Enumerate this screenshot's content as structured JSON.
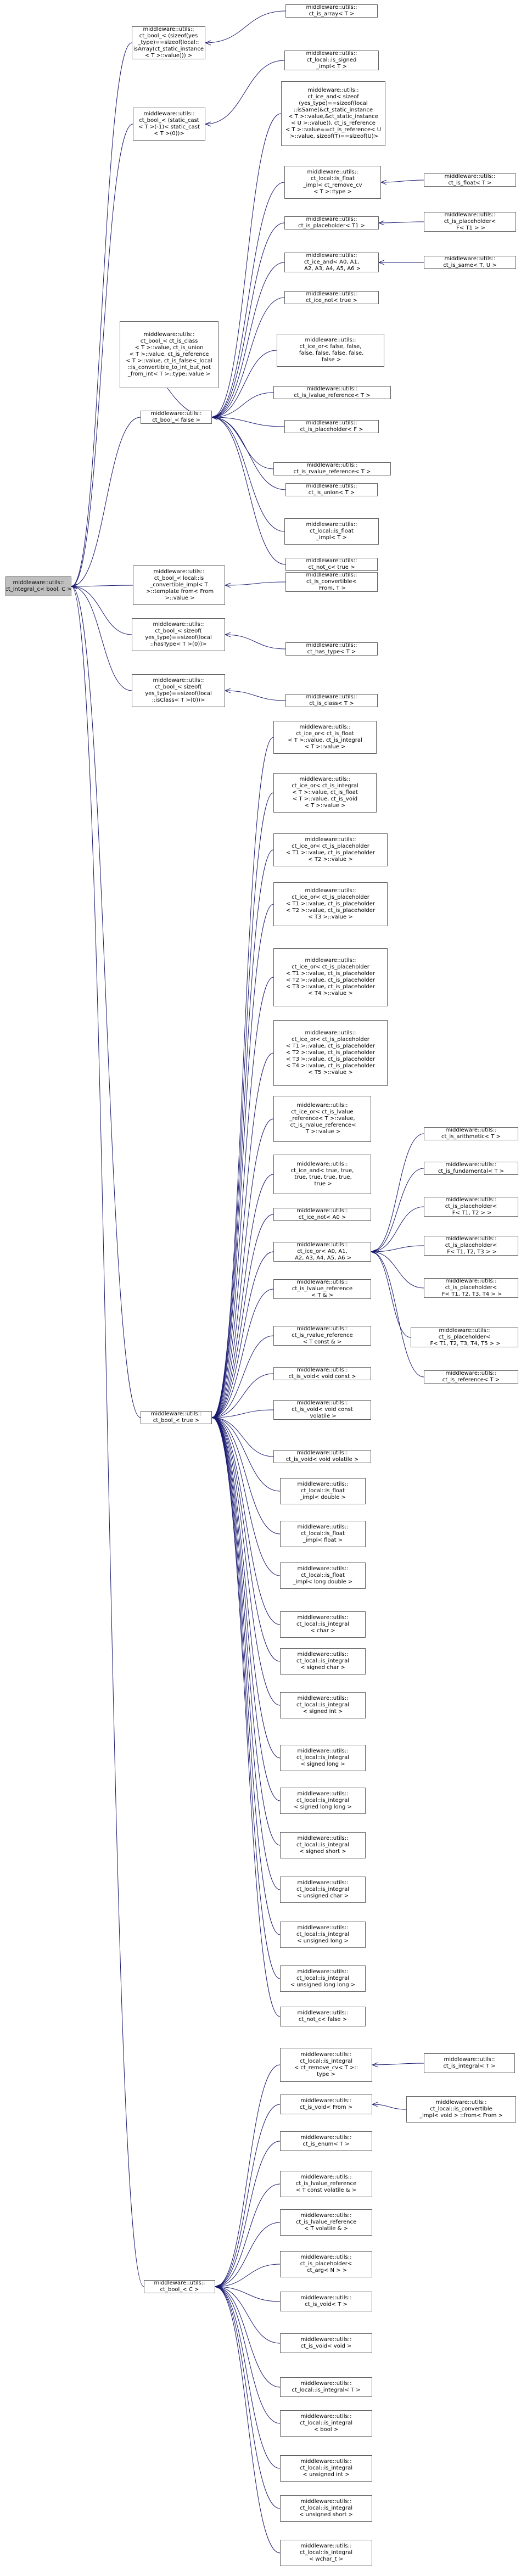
{
  "diagram_type": "inheritance-graph",
  "colors": {
    "edge": "#191970",
    "node_border": "#606060",
    "selected_node_fill": "#bfbfbf"
  },
  "nodes": [
    {
      "id": "root",
      "label": "middleware::utils::\nct_integral_c< bool, C >"
    },
    {
      "id": "cb1",
      "label": "middleware::utils::\nct_bool_< (sizeof(yes\n_type)==sizeof(local::\nisArray(ct_static_instance\n< T >::value))) >"
    },
    {
      "id": "l_isarray",
      "label": "middleware::utils::\nct_is_array< T >"
    },
    {
      "id": "cb2",
      "label": "middleware::utils::\nct_bool_< (static_cast\n< T >(-1)< static_cast\n< T >(0))>"
    },
    {
      "id": "l_signed",
      "label": "middleware::utils::\nct_local::is_signed\n_impl< T >"
    },
    {
      "id": "cbfalse",
      "label": "middleware::utils::\nct_bool_< false >"
    },
    {
      "id": "f_and",
      "label": "middleware::utils::\nct_ice_and< sizeof\n(yes_type)==sizeof(local\n::isSame(&ct_static_instance\n< T >::value,&ct_static_instance\n< U >::value)), ct_is_reference\n< T >::value==ct_is_reference< U\n >::value, sizeof(T)==sizeof(U)>"
    },
    {
      "id": "f_float_impl",
      "label": "middleware::utils::\nct_local::is_float\n_impl< ct_remove_cv\n< T >::type >"
    },
    {
      "id": "f_isfloat",
      "label": "middleware::utils::\nct_is_float< T >"
    },
    {
      "id": "f_ph1",
      "label": "middleware::utils::\nct_is_placeholder< T1 >"
    },
    {
      "id": "f_ph1b",
      "label": "middleware::utils::\nct_is_placeholder<\n F< T1 > >"
    },
    {
      "id": "f_ice_and6",
      "label": "middleware::utils::\nct_ice_and< A0, A1,\n A2, A3, A4, A5, A6 >"
    },
    {
      "id": "f_issame",
      "label": "middleware::utils::\nct_is_same< T, U >"
    },
    {
      "id": "f_icenot_true",
      "label": "middleware::utils::\nct_ice_not< true >"
    },
    {
      "id": "f_ice_or_false",
      "label": "middleware::utils::\nct_ice_or< false, false,\n false, false, false, false,\n false >"
    },
    {
      "id": "f_lvalref",
      "label": "middleware::utils::\nct_is_lvalue_reference< T >"
    },
    {
      "id": "f_phF",
      "label": "middleware::utils::\nct_is_placeholder< F >"
    },
    {
      "id": "f_rvalref",
      "label": "middleware::utils::\nct_is_rvalue_reference< T >"
    },
    {
      "id": "f_union",
      "label": "middleware::utils::\nct_is_union< T >"
    },
    {
      "id": "f_lfloat",
      "label": "middleware::utils::\nct_local::is_float\n_impl< T >"
    },
    {
      "id": "f_not",
      "label": "middleware::utils::\nct_not_c< true >"
    },
    {
      "id": "f_bfalse_side",
      "label": "middleware::utils::\nct_bool_< ct_is_class\n< T >::value, ct_is_union\n< T >::value, ct_is_reference\n< T >::value, ct_is_false<_local\n::is_convertible_to_int_but_not\n_from_int< T >::type::value >"
    },
    {
      "id": "cbconv",
      "label": "middleware::utils::\nct_bool_< local::is\n_convertible_impl< T\n >::template from< From\n >::value >"
    },
    {
      "id": "conv",
      "label": "middleware::utils::\nct_is_convertible<\n From, T >"
    },
    {
      "id": "cbhas",
      "label": "middleware::utils::\nct_bool_< sizeof(\nyes_type)==sizeof(local\n::hasType< T >(0))>"
    },
    {
      "id": "hastype",
      "label": "middleware::utils::\nct_has_type< T >"
    },
    {
      "id": "cbclass",
      "label": "middleware::utils::\nct_bool_< sizeof(\nyes_type)==sizeof(local\n::isClass< T >(0))>"
    },
    {
      "id": "isclass",
      "label": "middleware::utils::\nct_is_class< T >"
    },
    {
      "id": "cbtrue",
      "label": "middleware::utils::\nct_bool_< true >"
    },
    {
      "id": "t1",
      "label": "middleware::utils::\nct_ice_or< ct_is_float\n< T >::value, ct_is_integral\n< T >::value >"
    },
    {
      "id": "t2",
      "label": "middleware::utils::\nct_ice_or< ct_is_integral\n< T >::value, ct_is_float\n< T >::value, ct_is_void\n< T >::value >"
    },
    {
      "id": "t3",
      "label": "middleware::utils::\nct_ice_or< ct_is_placeholder\n< T1 >::value, ct_is_placeholder\n< T2 >::value >"
    },
    {
      "id": "t4",
      "label": "middleware::utils::\nct_ice_or< ct_is_placeholder\n< T1 >::value, ct_is_placeholder\n< T2 >::value, ct_is_placeholder\n< T3 >::value >"
    },
    {
      "id": "t5",
      "label": "middleware::utils::\nct_ice_or< ct_is_placeholder\n< T1 >::value, ct_is_placeholder\n< T2 >::value, ct_is_placeholder\n< T3 >::value, ct_is_placeholder\n< T4 >::value >"
    },
    {
      "id": "t6",
      "label": "middleware::utils::\nct_ice_or< ct_is_placeholder\n< T1 >::value, ct_is_placeholder\n< T2 >::value, ct_is_placeholder\n< T3 >::value, ct_is_placeholder\n< T4 >::value, ct_is_placeholder\n< T5 >::value >"
    },
    {
      "id": "t7",
      "label": "middleware::utils::\nct_ice_or< ct_is_lvalue\n_reference< T >::value,\n ct_is_rvalue_reference<\n T >::value >"
    },
    {
      "id": "t8",
      "label": "middleware::utils::\nct_ice_and< true, true,\n true, true, true, true,\n true >"
    },
    {
      "id": "t9",
      "label": "middleware::utils::\nct_ice_not< A0 >"
    },
    {
      "id": "t10",
      "label": "middleware::utils::\nct_ice_or< A0, A1,\n A2, A3, A4, A5, A6 >"
    },
    {
      "id": "r1",
      "label": "middleware::utils::\nct_is_arithmetic< T >"
    },
    {
      "id": "r2",
      "label": "middleware::utils::\nct_is_fundamental< T >"
    },
    {
      "id": "r3",
      "label": "middleware::utils::\nct_is_placeholder<\n F< T1, T2 > >"
    },
    {
      "id": "r4",
      "label": "middleware::utils::\nct_is_placeholder<\n F< T1, T2, T3 > >"
    },
    {
      "id": "r5",
      "label": "middleware::utils::\nct_is_placeholder<\n F< T1, T2, T3, T4 > >"
    },
    {
      "id": "r6",
      "label": "middleware::utils::\nct_is_placeholder<\n F< T1, T2, T3, T4, T5 > >"
    },
    {
      "id": "r7",
      "label": "middleware::utils::\nct_is_reference< T >"
    },
    {
      "id": "t11",
      "label": "middleware::utils::\nct_is_lvalue_reference\n< T & >"
    },
    {
      "id": "t12",
      "label": "middleware::utils::\nct_is_rvalue_reference\n< T const & >"
    },
    {
      "id": "t13",
      "label": "middleware::utils::\nct_is_void< void const >"
    },
    {
      "id": "t14",
      "label": "middleware::utils::\nct_is_void< void const\n volatile >"
    },
    {
      "id": "t15",
      "label": "middleware::utils::\nct_is_void< void volatile >"
    },
    {
      "id": "t16",
      "label": "middleware::utils::\nct_local::is_float\n_impl< double >"
    },
    {
      "id": "t17",
      "label": "middleware::utils::\nct_local::is_float\n_impl< float >"
    },
    {
      "id": "t18",
      "label": "middleware::utils::\nct_local::is_float\n_impl< long double >"
    },
    {
      "id": "t19",
      "label": "middleware::utils::\nct_local::is_integral\n< char >"
    },
    {
      "id": "t20",
      "label": "middleware::utils::\nct_local::is_integral\n< signed char >"
    },
    {
      "id": "t21",
      "label": "middleware::utils::\nct_local::is_integral\n< signed int >"
    },
    {
      "id": "t22",
      "label": "middleware::utils::\nct_local::is_integral\n< signed long >"
    },
    {
      "id": "t23",
      "label": "middleware::utils::\nct_local::is_integral\n< signed long long >"
    },
    {
      "id": "t24",
      "label": "middleware::utils::\nct_local::is_integral\n< signed short >"
    },
    {
      "id": "t25",
      "label": "middleware::utils::\nct_local::is_integral\n< unsigned char >"
    },
    {
      "id": "t26",
      "label": "middleware::utils::\nct_local::is_integral\n< unsigned long >"
    },
    {
      "id": "t27",
      "label": "middleware::utils::\nct_local::is_integral\n< unsigned long long >"
    },
    {
      "id": "t28",
      "label": "middleware::utils::\nct_not_c< false >"
    },
    {
      "id": "cbc",
      "label": "middleware::utils::\nct_bool_< C >"
    },
    {
      "id": "c1",
      "label": "middleware::utils::\nct_local::is_integral\n< ct_remove_cv< T >::\ntype >"
    },
    {
      "id": "c1r",
      "label": "middleware::utils::\nct_is_integral< T >"
    },
    {
      "id": "c2",
      "label": "middleware::utils::\nct_is_void< From >"
    },
    {
      "id": "c2r",
      "label": "middleware::utils::\nct_local::is_convertible\n_impl< void > ::from< From >"
    },
    {
      "id": "c3",
      "label": "middleware::utils::\nct_is_enum< T >"
    },
    {
      "id": "c4",
      "label": "middleware::utils::\nct_is_lvalue_reference\n< T const volatile & >"
    },
    {
      "id": "c5",
      "label": "middleware::utils::\nct_is_lvalue_reference\n< T volatile & >"
    },
    {
      "id": "c6",
      "label": "middleware::utils::\nct_is_placeholder<\n ct_arg< N > >"
    },
    {
      "id": "c7",
      "label": "middleware::utils::\nct_is_void< T >"
    },
    {
      "id": "c8",
      "label": "middleware::utils::\nct_is_void< void >"
    },
    {
      "id": "c9",
      "label": "middleware::utils::\nct_local::is_integral< T >"
    },
    {
      "id": "c10",
      "label": "middleware::utils::\nct_local::is_integral\n< bool >"
    },
    {
      "id": "c11",
      "label": "middleware::utils::\nct_local::is_integral\n< unsigned int >"
    },
    {
      "id": "c12",
      "label": "middleware::utils::\nct_local::is_integral\n< unsigned short >"
    },
    {
      "id": "c13",
      "label": "middleware::utils::\nct_local::is_integral\n< wchar_t >"
    }
  ]
}
